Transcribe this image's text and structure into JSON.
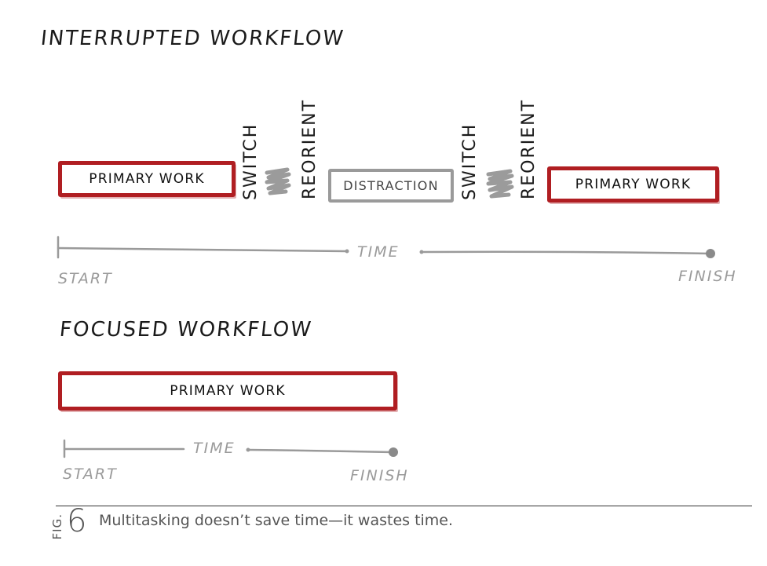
{
  "interrupted": {
    "title": "Interrupted Workflow",
    "primary_left": "Primary Work",
    "switch_1": "Switch",
    "reorient_1": "Reorient",
    "distraction": "Distraction",
    "switch_2": "Switch",
    "reorient_2": "Reorient",
    "primary_right": "Primary Work",
    "time_label": "Time",
    "start_label": "Start",
    "finish_label": "Finish"
  },
  "focused": {
    "title": "Focused Workflow",
    "primary": "Primary Work",
    "time_label": "Time",
    "start_label": "Start",
    "finish_label": "Finish"
  },
  "footer": {
    "fig_word": "FIG.",
    "fig_number": "6",
    "caption": "Multitasking doesn’t save time—it wastes time."
  },
  "colors": {
    "primary_red": "#b01e22",
    "distraction_gray": "#9a9a9a",
    "timeline_gray": "#9a9a9a"
  }
}
